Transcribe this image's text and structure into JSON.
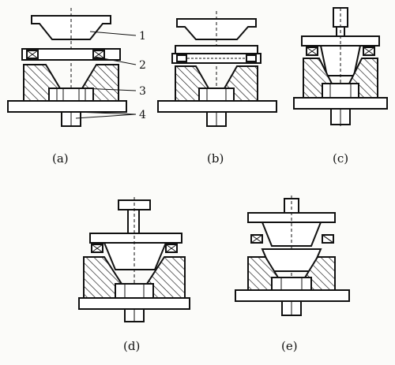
{
  "part_labels": [
    "1",
    "2",
    "3",
    "4"
  ],
  "panel_labels": [
    "(a)",
    "(b)",
    "(c)",
    "(d)",
    "(e)"
  ],
  "colors": {
    "ink": "#111111",
    "paper": "#fbfbf9",
    "hatch": "#111111"
  }
}
